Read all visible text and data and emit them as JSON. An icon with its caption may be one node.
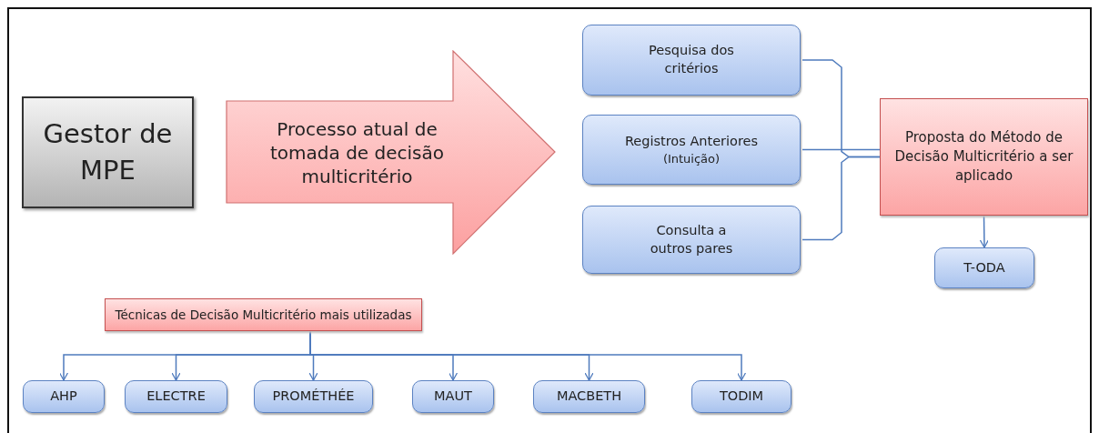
{
  "diagram": {
    "nodes": [
      {
        "text": [
          "Gestor de MPE"
        ]
      },
      {
        "text": [
          "Processo  atual de tomada de decisão multicritério"
        ]
      },
      {
        "text": [
          "Pesquisa dos critérios"
        ]
      },
      {
        "text": [
          "Registros Anteriores",
          "(Intuição)"
        ]
      },
      {
        "text": [
          "Consulta a outros pares"
        ]
      },
      {
        "text": [
          "Proposta do Método de Decisão Multicritério a ser aplicado"
        ]
      },
      {
        "text": [
          "T-ODA"
        ]
      },
      {
        "text": [
          "Técnicas de Decisão Multicritério mais utilizadas"
        ]
      },
      {
        "text": [
          "AHP"
        ]
      },
      {
        "text": [
          "ELECTRE"
        ]
      },
      {
        "text": [
          "PROMÉTHÉE"
        ]
      },
      {
        "text": [
          "MAUT"
        ]
      },
      {
        "text": [
          "MACBETH"
        ]
      },
      {
        "text": [
          "TODIM"
        ]
      }
    ],
    "edges": [
      {
        "from": 2,
        "to": 5,
        "arrow": "none"
      },
      {
        "from": 3,
        "to": 5,
        "arrow": "none"
      },
      {
        "from": 4,
        "to": 5,
        "arrow": "none"
      },
      {
        "from": 5,
        "to": 6,
        "arrow": "to"
      },
      {
        "from": 7,
        "to": 8,
        "arrow": "to"
      },
      {
        "from": 7,
        "to": 9,
        "arrow": "to"
      },
      {
        "from": 7,
        "to": 10,
        "arrow": "to"
      },
      {
        "from": 7,
        "to": 11,
        "arrow": "to"
      },
      {
        "from": 7,
        "to": 12,
        "arrow": "to"
      },
      {
        "from": 7,
        "to": 13,
        "arrow": "to"
      }
    ]
  }
}
